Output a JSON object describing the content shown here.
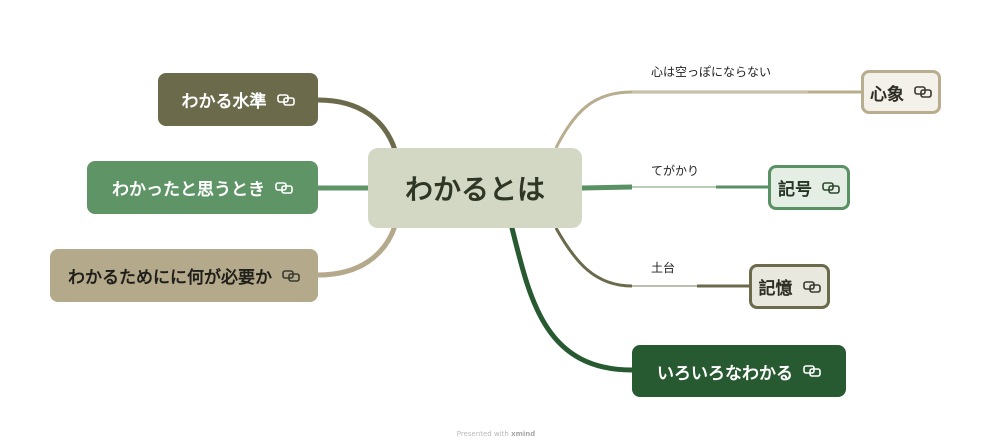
{
  "central": {
    "label": "わかるとは"
  },
  "left_branches": [
    {
      "label": "わかる水準",
      "icon": "link-icon",
      "color": "#6b6b4c"
    },
    {
      "label": "わかったと思うとき",
      "icon": "link-icon",
      "color": "#5e9466"
    },
    {
      "label": "わかるためにに何が必要か",
      "icon": "link-icon",
      "color": "#b5a98b"
    }
  ],
  "right_branches": [
    {
      "label": "心象",
      "edge_label": "心は空っぽにならない",
      "icon": "link-icon",
      "color": "#b8ad8f"
    },
    {
      "label": "記号",
      "edge_label": "てがかり",
      "icon": "link-icon",
      "color": "#5a9164"
    },
    {
      "label": "記憶",
      "edge_label": "土台",
      "icon": "link-icon",
      "color": "#6b6b4c"
    },
    {
      "label": "いろいろなわかる",
      "icon": "link-icon",
      "color": "#285a32"
    }
  ],
  "footer": {
    "prefix": "Presented with",
    "brand": "xmind"
  }
}
